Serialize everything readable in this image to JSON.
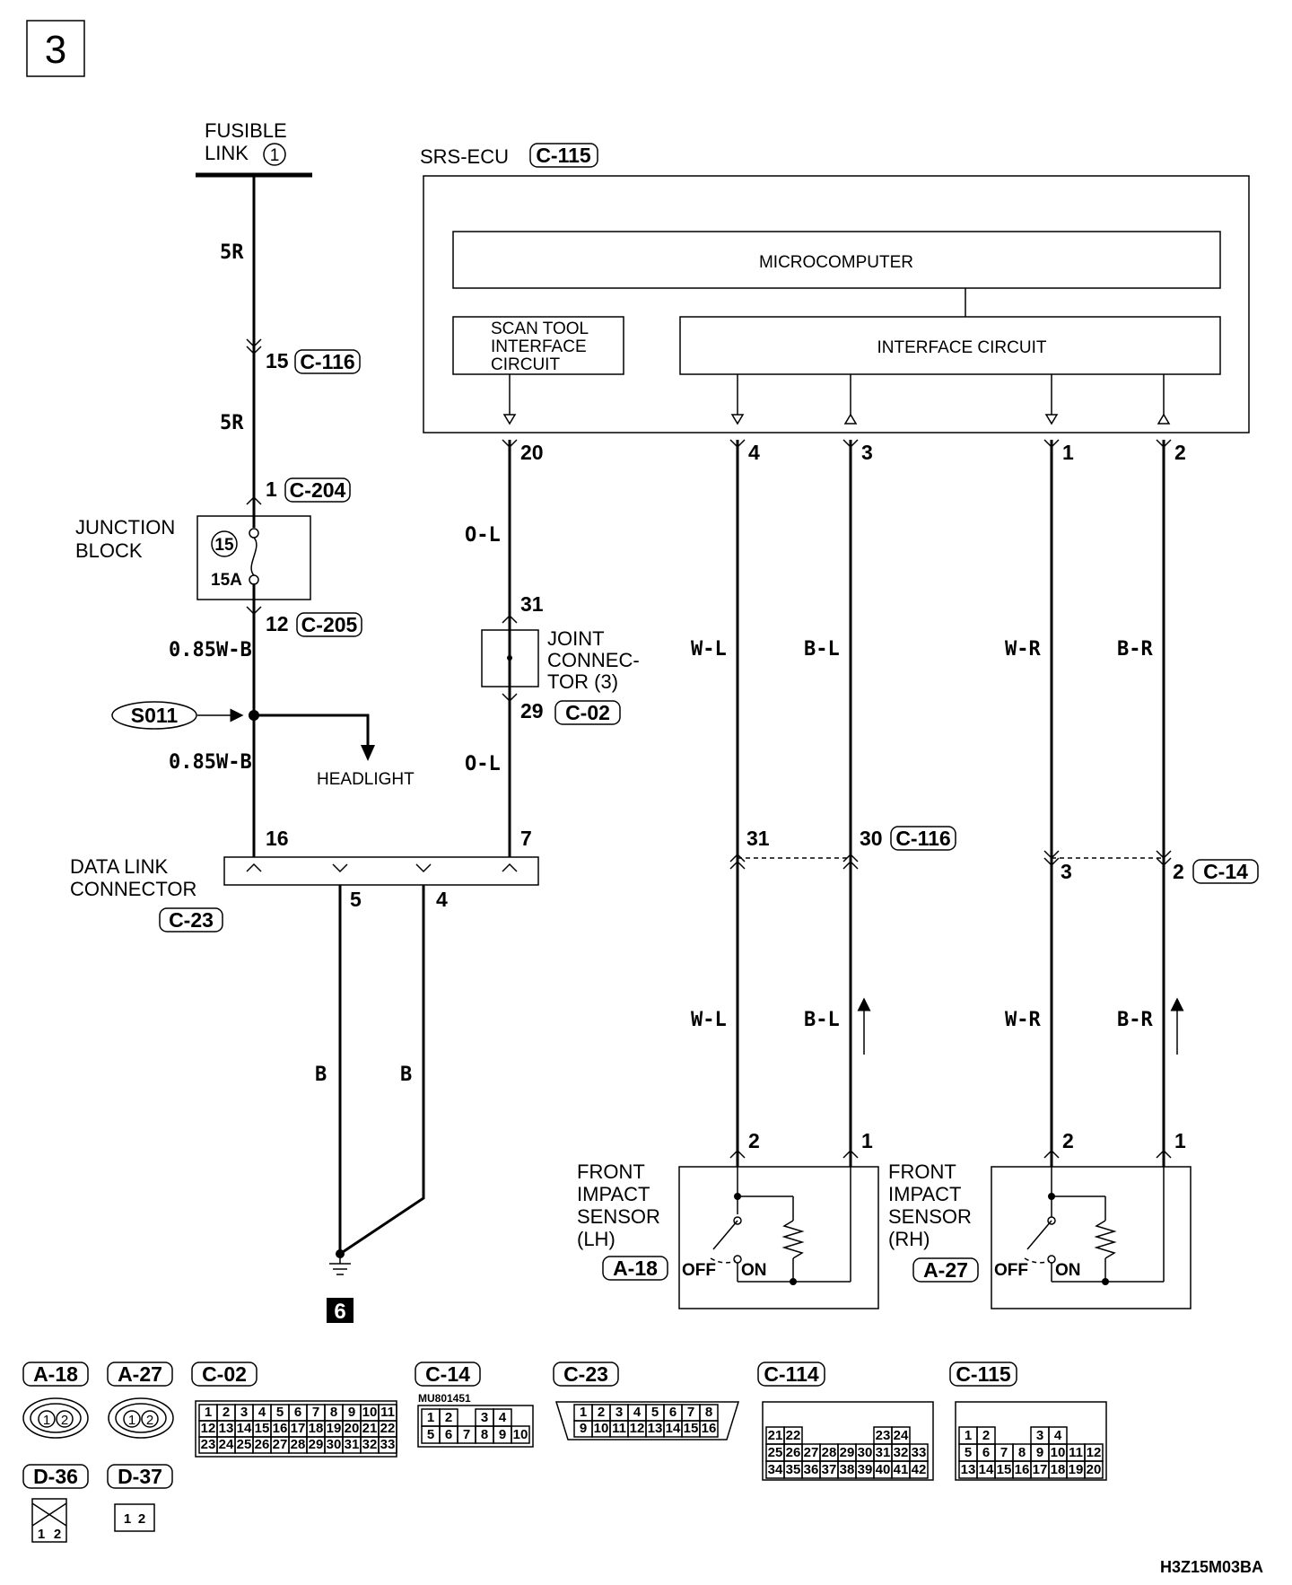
{
  "page_number": "3",
  "fusible_link": {
    "line1": "FUSIBLE",
    "line2": "LINK",
    "num": "1"
  },
  "ecu": {
    "title": "SRS-ECU",
    "connector": "C-115",
    "microcomputer": "MICROCOMPUTER",
    "scan_tool": [
      "SCAN TOOL",
      "INTERFACE",
      "CIRCUIT"
    ],
    "interface": "INTERFACE CIRCUIT"
  },
  "junction_block": {
    "line1": "JUNCTION",
    "line2": "BLOCK",
    "fuse_num": "15",
    "fuse_rating": "15A"
  },
  "joint_connector": {
    "line1": "JOINT",
    "line2": "CONNEC-",
    "line3": "TOR (3)"
  },
  "splice": "S011",
  "headlight": "HEADLIGHT",
  "dlc": {
    "line1": "DATA LINK",
    "line2": "CONNECTOR",
    "connector": "C-23"
  },
  "ground": "6",
  "left_sensor": {
    "lines": [
      "FRONT",
      "IMPACT",
      "SENSOR",
      "(LH)"
    ],
    "connector": "A-18"
  },
  "right_sensor": {
    "lines": [
      "FRONT",
      "IMPACT",
      "SENSOR",
      "(RH)"
    ],
    "connector": "A-27"
  },
  "switch": {
    "off": "OFF",
    "on": "ON"
  },
  "wires": {
    "w5r": "5R",
    "w085": "0.85W-B",
    "ol": "O-L",
    "wl": "W-L",
    "bl": "B-L",
    "wr": "W-R",
    "br": "B-R",
    "b": "B"
  },
  "pins": {
    "p15": "15",
    "p1": "1",
    "p12": "12",
    "p31": "31",
    "p29": "29",
    "p20": "20",
    "p4": "4",
    "p3": "3",
    "p2": "2",
    "p16": "16",
    "p7": "7",
    "p5": "5",
    "p30": "30"
  },
  "connectors": {
    "c116": "C-116",
    "c204": "C-204",
    "c205": "C-205",
    "c02": "C-02",
    "c14": "C-14"
  },
  "bottom_connectors": {
    "a18": "A-18",
    "a27": "A-27",
    "c02": "C-02",
    "c14": "C-14",
    "c14_part": "MU801451",
    "c23": "C-23",
    "c114": "C-114",
    "c115": "C-115",
    "d36": "D-36",
    "d37": "D-37"
  },
  "pin_rows": {
    "c02": [
      [
        "1",
        "2",
        "3",
        "4",
        "5",
        "6",
        "7",
        "8",
        "9",
        "10",
        "11"
      ],
      [
        "12",
        "13",
        "14",
        "15",
        "16",
        "17",
        "18",
        "19",
        "20",
        "21",
        "22"
      ],
      [
        "23",
        "24",
        "25",
        "26",
        "27",
        "28",
        "29",
        "30",
        "31",
        "32",
        "33"
      ]
    ],
    "c14": [
      [
        "1",
        "2",
        "",
        "3",
        "4"
      ],
      [
        "5",
        "6",
        "7",
        "8",
        "9",
        "10"
      ]
    ],
    "c23": [
      [
        "1",
        "2",
        "3",
        "4",
        "5",
        "6",
        "7",
        "8"
      ],
      [
        "9",
        "10",
        "11",
        "12",
        "13",
        "14",
        "15",
        "16"
      ]
    ],
    "c114": [
      [
        "21",
        "22",
        "",
        "",
        "",
        "",
        "23",
        "24"
      ],
      [
        "25",
        "26",
        "27",
        "28",
        "29",
        "30",
        "31",
        "32",
        "33"
      ],
      [
        "34",
        "35",
        "36",
        "37",
        "38",
        "39",
        "40",
        "41",
        "42"
      ]
    ],
    "c115": [
      [
        "1",
        "2",
        "",
        "",
        "3",
        "4"
      ],
      [
        "5",
        "6",
        "7",
        "8",
        "9",
        "10",
        "11",
        "12"
      ],
      [
        "13",
        "14",
        "15",
        "16",
        "17",
        "18",
        "19",
        "20"
      ]
    ],
    "a18": [
      "1",
      "2"
    ],
    "a27": [
      "1",
      "2"
    ],
    "d36": [
      "1",
      "2"
    ],
    "d37": [
      "1",
      "2"
    ]
  },
  "figure_code": "H3Z15M03BA"
}
